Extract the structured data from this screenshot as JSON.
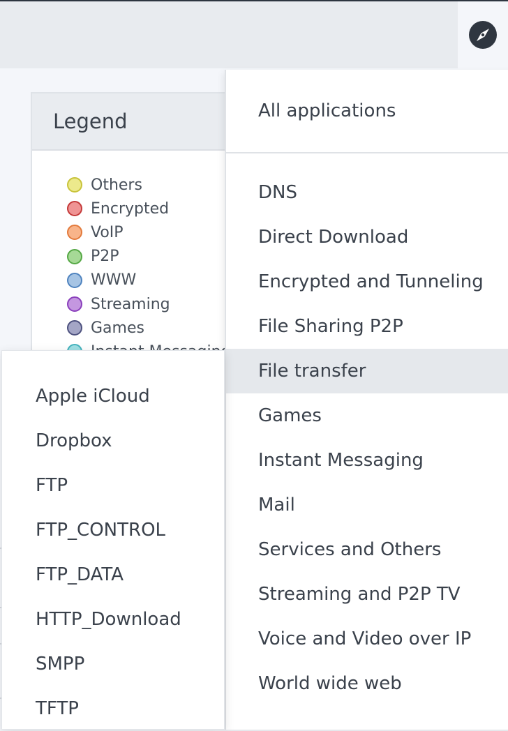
{
  "header": {
    "compass_icon": "compass-icon"
  },
  "legend": {
    "title": "Legend",
    "items": [
      {
        "label": "Others",
        "fill": "#ece98c",
        "stroke": "#c8c33a"
      },
      {
        "label": "Encrypted",
        "fill": "#ef9494",
        "stroke": "#c43a3a"
      },
      {
        "label": "VoIP",
        "fill": "#f8b48a",
        "stroke": "#e37a3c"
      },
      {
        "label": "P2P",
        "fill": "#a6d996",
        "stroke": "#55a845"
      },
      {
        "label": "WWW",
        "fill": "#a6c4e4",
        "stroke": "#4f83bf"
      },
      {
        "label": "Streaming",
        "fill": "#c497e0",
        "stroke": "#8a3fbc"
      },
      {
        "label": "Games",
        "fill": "#a4a6c6",
        "stroke": "#4d517e"
      },
      {
        "label": "Instant Messaging",
        "fill": "#9fdfe4",
        "stroke": "#45b3bd"
      }
    ]
  },
  "category_menu": {
    "all_label": "All applications",
    "items": [
      {
        "label": "DNS"
      },
      {
        "label": "Direct Download"
      },
      {
        "label": "Encrypted and Tunneling"
      },
      {
        "label": "File Sharing P2P"
      },
      {
        "label": "File transfer",
        "active": true
      },
      {
        "label": "Games"
      },
      {
        "label": "Instant Messaging"
      },
      {
        "label": "Mail"
      },
      {
        "label": "Services and Others"
      },
      {
        "label": "Streaming and P2P TV"
      },
      {
        "label": "Voice and Video over IP"
      },
      {
        "label": "World wide web"
      }
    ]
  },
  "sub_menu": {
    "items": [
      {
        "label": "Apple iCloud"
      },
      {
        "label": "Dropbox"
      },
      {
        "label": "FTP"
      },
      {
        "label": "FTP_CONTROL"
      },
      {
        "label": "FTP_DATA"
      },
      {
        "label": "HTTP_Download"
      },
      {
        "label": "SMPP"
      },
      {
        "label": "TFTP"
      }
    ]
  }
}
